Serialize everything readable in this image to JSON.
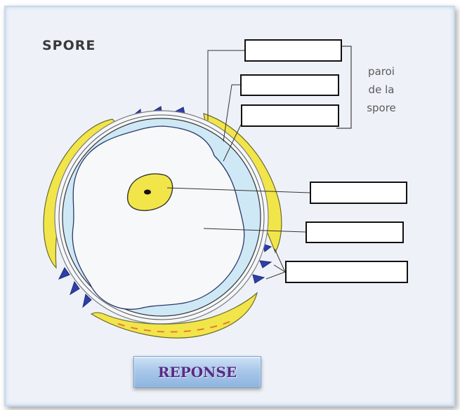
{
  "diagram": {
    "title": "SPORE",
    "wall_label": [
      "paroi",
      "de la",
      "spore"
    ]
  },
  "answer_boxes": [
    {
      "id": "box-1",
      "value": ""
    },
    {
      "id": "box-2",
      "value": ""
    },
    {
      "id": "box-3",
      "value": ""
    },
    {
      "id": "box-4",
      "value": ""
    },
    {
      "id": "box-5",
      "value": ""
    },
    {
      "id": "box-6",
      "value": ""
    }
  ],
  "button": {
    "label": "REPONSE"
  },
  "colors": {
    "background": "#eef2f8",
    "outer_wall": "#f2e54a",
    "outer_wall_dash": "#e87a3a",
    "inner_wall": "#cfe8f6",
    "spikes": "#2f3fa8",
    "button_text": "#5b2a86"
  }
}
